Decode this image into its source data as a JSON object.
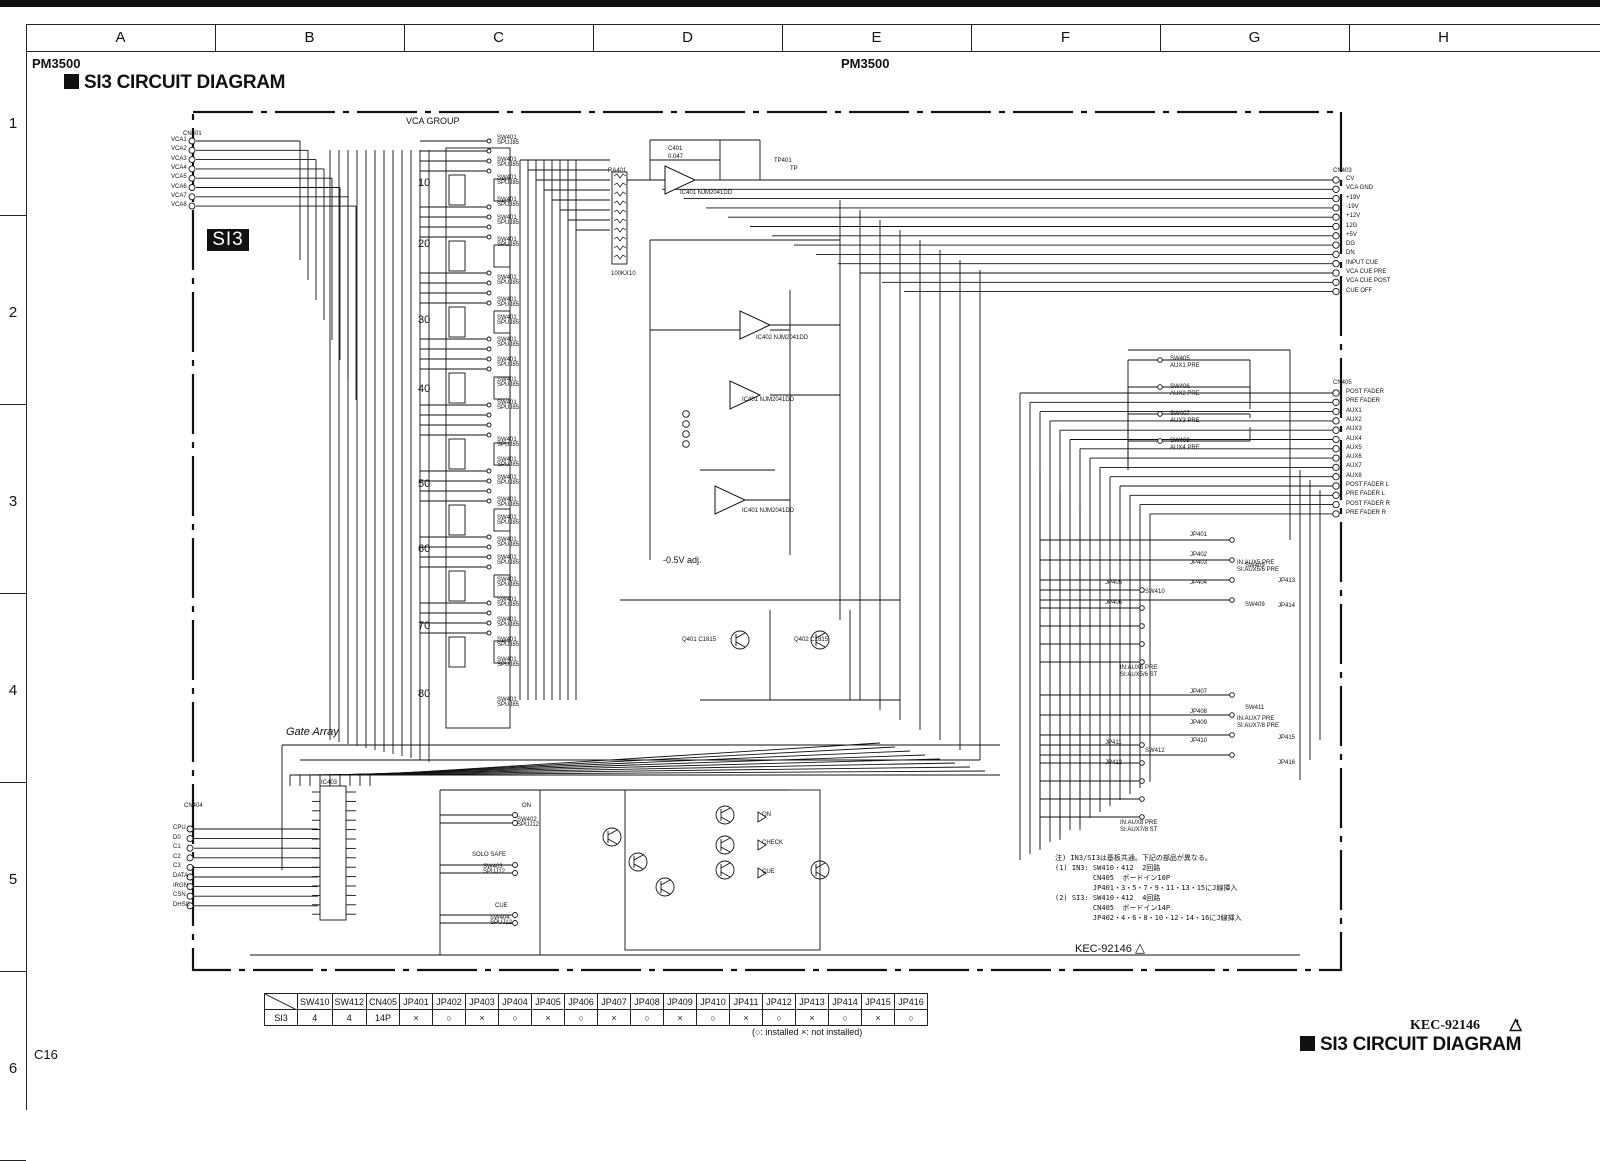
{
  "grid": {
    "columns": [
      "A",
      "B",
      "C",
      "D",
      "E",
      "F",
      "G",
      "H"
    ],
    "rows": [
      "1",
      "2",
      "3",
      "4",
      "5",
      "6"
    ]
  },
  "header": {
    "model_left": "PM3500",
    "model_center": "PM3500",
    "title": "SI3 CIRCUIT DIAGRAM",
    "board_tag": "SI3"
  },
  "labels": {
    "vca_group": "VCA GROUP",
    "gate_array": "Gate Array",
    "adj": "-0.5V adj.",
    "vca_levels": [
      "10",
      "20",
      "30",
      "40",
      "50",
      "60",
      "70",
      "80"
    ],
    "cn401": "CN401",
    "cn401_pins": [
      "VCA1",
      "VCA2",
      "VCA3",
      "VCA4",
      "VCA5",
      "VCA6",
      "VCA7",
      "VCA8"
    ],
    "cn404": "CN404",
    "cn404_pins": [
      "CPU",
      "D0",
      "C1",
      "C2",
      "C3",
      "DATA",
      "IRGN",
      "CSN",
      "DHSC"
    ],
    "cn403": "CN403",
    "cn403_pins": [
      "CV",
      "VCA GND",
      "+19V",
      "-19V",
      "+12V",
      "12G",
      "+5V",
      "DG",
      "DN",
      "INPUT CUE",
      "VCA CUE PRE",
      "VCA CUE POST",
      "CUE OFF"
    ],
    "cn405": "CN405",
    "cn405_pins": [
      "POST FADER",
      "PRE FADER",
      "AUX1",
      "AUX2",
      "AUX3",
      "AUX4",
      "AUX5",
      "AUX6",
      "AUX7",
      "AUX8",
      "POST FADER L",
      "PRE FADER L",
      "POST FADER R",
      "PRE FADER R"
    ],
    "aux_pre": [
      "AUX1 PRE",
      "AUX2 PRE",
      "AUX3 PRE",
      "AUX4 PRE"
    ],
    "sw_pre": [
      "SW405",
      "SW406",
      "SW407",
      "SW408"
    ],
    "ic_opamps": [
      "IC401 NJM2041DD",
      "IC402 NJM2041DD",
      "IC401 NJM2041DD",
      "IC401 NJM2041DD"
    ],
    "ic_gate": "IC403",
    "ra401": "RA401",
    "ra401_val": "100KX10",
    "c401": "C401",
    "c401_val": "0.047",
    "tp401": "TP401",
    "tp": "TP",
    "on_sw": "ON",
    "solo_safe": "SOLO SAFE",
    "cue_sw": "CUE",
    "check": "CHECK",
    "on_led": "ON",
    "cue_led": "CUE",
    "sw401": "SW401",
    "sw_type": "SPUJ85",
    "sw_gate": [
      "SW402",
      "SW403",
      "SW404"
    ],
    "sw_gate_type": "SPUJ12",
    "transistors": [
      "Q401 C1815",
      "Q402 C1815"
    ],
    "aux56": [
      "IN:AUX5 PRE",
      "SI:AUX5/6 PRE"
    ],
    "aux6st": [
      "IN:AUX6 PRE",
      "SI:AUX5/6 ST"
    ],
    "aux78": [
      "IN:AUX7 PRE",
      "SI:AUX7/8 PRE"
    ],
    "aux8st": [
      "IN:AUX8 PRE",
      "SI:AUX7/8 ST"
    ],
    "sw409": "SW409",
    "sw410": "SW410",
    "sw411": "SW411",
    "sw412": "SW412",
    "jp_left": [
      "JP401",
      "JP402",
      "JP403",
      "JP404",
      "JP405",
      "JP406",
      "JP407",
      "JP408",
      "JP409",
      "JP410",
      "JP411",
      "JP412",
      "JP413",
      "JP414",
      "JP415",
      "JP416"
    ],
    "kec_small": "KEC-92146"
  },
  "notes": [
    "注) IN3/SI3は基板共通。下記の部品が異なる。",
    "(1) IN3: SW410・412  2回路",
    "         CN405  ボードイン10P",
    "         JP401・3・5・7・9・11・13・15にJ線挿入",
    "(2) SI3: SW410・412  4回路",
    "         CN405  ボードイン14P",
    "         JP402・4・6・8・10・12・14・16にJ線挿入"
  ],
  "table": {
    "headers": [
      "SW410",
      "SW412",
      "CN405",
      "JP401",
      "JP402",
      "JP403",
      "JP404",
      "JP405",
      "JP406",
      "JP407",
      "JP408",
      "JP409",
      "JP410",
      "JP411",
      "JP412",
      "JP413",
      "JP414",
      "JP415",
      "JP416"
    ],
    "row_label": "SI3",
    "values": [
      "4",
      "4",
      "14P",
      "×",
      "○",
      "×",
      "○",
      "×",
      "○",
      "×",
      "○",
      "×",
      "○",
      "×",
      "○",
      "×",
      "○",
      "×",
      "○"
    ]
  },
  "legend": "(○: installed   ×: not installed)",
  "footer": {
    "doc_code": "KEC-92146",
    "revision_mark": "1",
    "title": "SI3 CIRCUIT DIAGRAM",
    "page": "C16"
  }
}
